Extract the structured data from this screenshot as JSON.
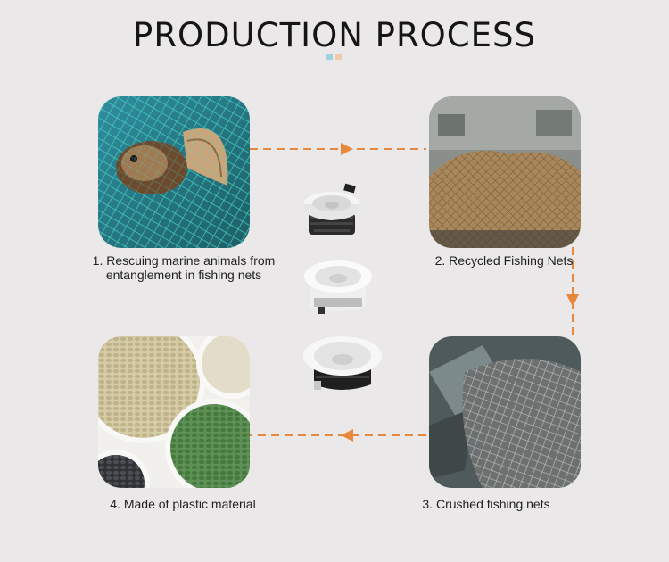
{
  "title": "PRODUCTION PROCESS",
  "colors": {
    "background": "#ebe8e9",
    "accent_dot_left": "#9ed3dd",
    "accent_dot_right": "#f2c9a8",
    "arrow": "#e8883b"
  },
  "steps": [
    {
      "caption_line1": "1. Rescuing marine animals from",
      "caption_line2": "entanglement in fishing nets",
      "image": "sea-turtle-in-net-photo"
    },
    {
      "caption": "2. Recycled Fishing Nets",
      "image": "pile-of-fishing-nets-photo"
    },
    {
      "caption": "3. Crushed fishing nets",
      "image": "shredded-nets-photo"
    },
    {
      "caption": "4. Made of plastic material",
      "image": "plastic-pellets-photo"
    }
  ],
  "products": [
    "downlight-1-image",
    "downlight-2-image",
    "downlight-3-image"
  ]
}
